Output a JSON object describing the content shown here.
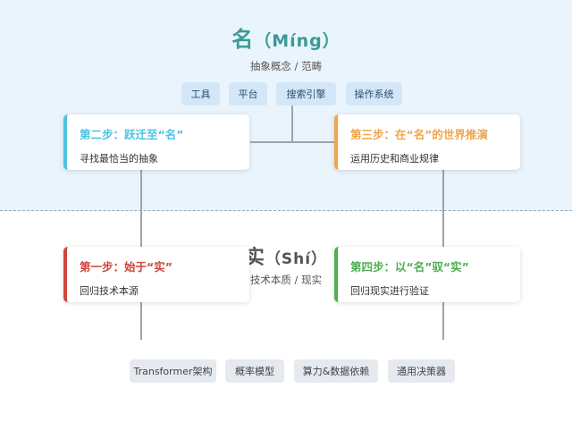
{
  "ming": {
    "title": "名",
    "title_paren": "（Míng）",
    "subtitle": "抽象概念 / 范畴",
    "tags": [
      "工具",
      "平台",
      "搜索引擎",
      "操作系统"
    ]
  },
  "shi": {
    "title": "实",
    "title_paren": "（Shí）",
    "subtitle": "技术本质 / 现实",
    "chips": [
      "Transformer架构",
      "概率模型",
      "算力&数据依赖",
      "通用决策器"
    ]
  },
  "steps": [
    {
      "title": "第一步：始于“实”",
      "desc": "回归技术本源",
      "color": "#d0453d"
    },
    {
      "title": "第二步：跃迁至“名”",
      "desc": "寻找最恰当的抽象",
      "color": "#4ec3e0"
    },
    {
      "title": "第三步：在“名”的世界推演",
      "desc": "运用历史和商业规律",
      "color": "#f0a44a"
    },
    {
      "title": "第四步：以“名”驭“实”",
      "desc": "回归现实进行验证",
      "color": "#4caf50"
    }
  ],
  "colors": {
    "top_background": "#eaf4fc",
    "ming_title": "#3a9a94",
    "tag_background": "#d3e7f9",
    "chip_background": "#e6eaee",
    "connector": "#9aa5b1"
  }
}
